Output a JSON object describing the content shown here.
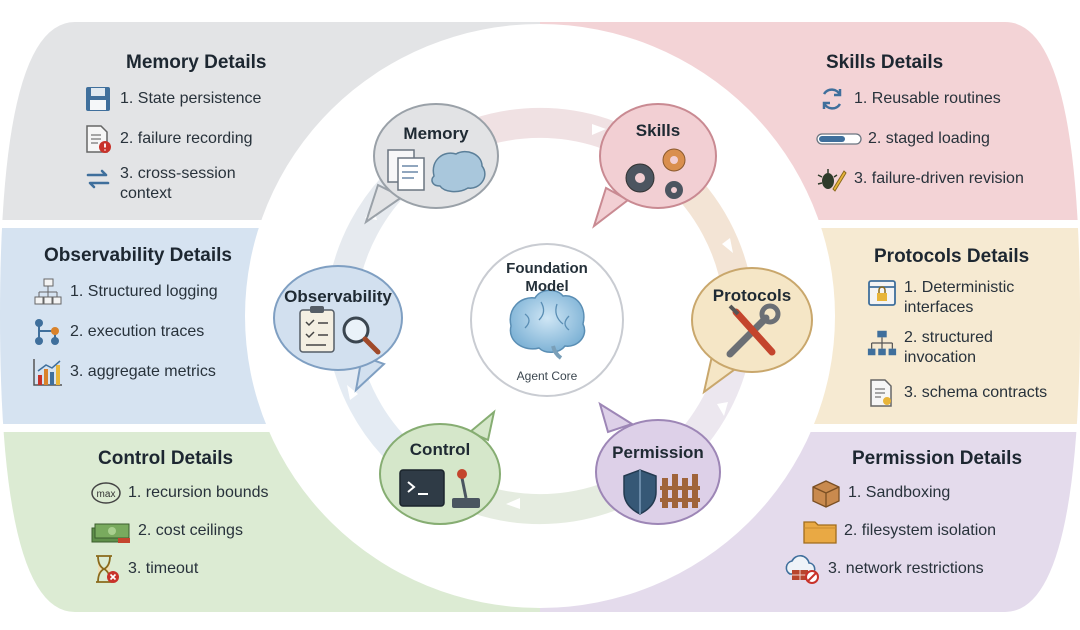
{
  "colors": {
    "memory": "#e3e4e6",
    "skills": "#f3d3d6",
    "protocols": "#f6ead2",
    "permission": "#e4dbec",
    "control": "#dcebd3",
    "observability": "#d6e3f1"
  },
  "core": {
    "title": "Foundation Model",
    "subtitle": "Agent Core",
    "icon": "brain-icon"
  },
  "nodes": [
    {
      "id": "memory",
      "label": "Memory",
      "icon": "documents-brain-icon"
    },
    {
      "id": "skills",
      "label": "Skills",
      "icon": "gears-icon"
    },
    {
      "id": "protocols",
      "label": "Protocols",
      "icon": "wrench-screwdriver-icon"
    },
    {
      "id": "permission",
      "label": "Permission",
      "icon": "shield-fence-icon"
    },
    {
      "id": "control",
      "label": "Control",
      "icon": "terminal-joystick-icon"
    },
    {
      "id": "observability",
      "label": "Observability",
      "icon": "clipboard-magnifier-icon"
    }
  ],
  "panels": {
    "memory": {
      "title": "Memory Details",
      "items": [
        {
          "text": "1. State persistence",
          "icon": "floppy-disk-icon"
        },
        {
          "text": "2. failure recording",
          "icon": "document-alert-icon"
        },
        {
          "text": "3. cross-session\ncontext",
          "icon": "sync-arrows-icon"
        }
      ]
    },
    "skills": {
      "title": "Skills Details",
      "items": [
        {
          "text": "1. Reusable routines",
          "icon": "refresh-icon"
        },
        {
          "text": "2. staged loading",
          "icon": "loading-bar-icon"
        },
        {
          "text": "3. failure-driven revision",
          "icon": "bug-pencil-icon"
        }
      ]
    },
    "observability": {
      "title": "Observability Details",
      "items": [
        {
          "text": "1. Structured logging",
          "icon": "hierarchy-icon"
        },
        {
          "text": "2. execution traces",
          "icon": "trace-graph-icon"
        },
        {
          "text": "3. aggregate metrics",
          "icon": "bar-chart-icon"
        }
      ]
    },
    "protocols": {
      "title": "Protocols Details",
      "items": [
        {
          "text": "1. Deterministic\ninterfaces",
          "icon": "lock-window-icon"
        },
        {
          "text": "2. structured\ninvocation",
          "icon": "org-chart-icon"
        },
        {
          "text": "3. schema contracts",
          "icon": "contract-icon"
        }
      ]
    },
    "control": {
      "title": "Control Details",
      "items": [
        {
          "text": "1. recursion bounds",
          "icon": "max-loop-icon"
        },
        {
          "text": "2. cost ceilings",
          "icon": "money-icon"
        },
        {
          "text": "3. timeout",
          "icon": "hourglass-icon"
        }
      ]
    },
    "permission": {
      "title": "Permission Details",
      "items": [
        {
          "text": "1. Sandboxing",
          "icon": "box-icon"
        },
        {
          "text": "2. filesystem isolation",
          "icon": "folder-icon"
        },
        {
          "text": "3. network restrictions",
          "icon": "cloud-block-icon"
        }
      ]
    }
  }
}
